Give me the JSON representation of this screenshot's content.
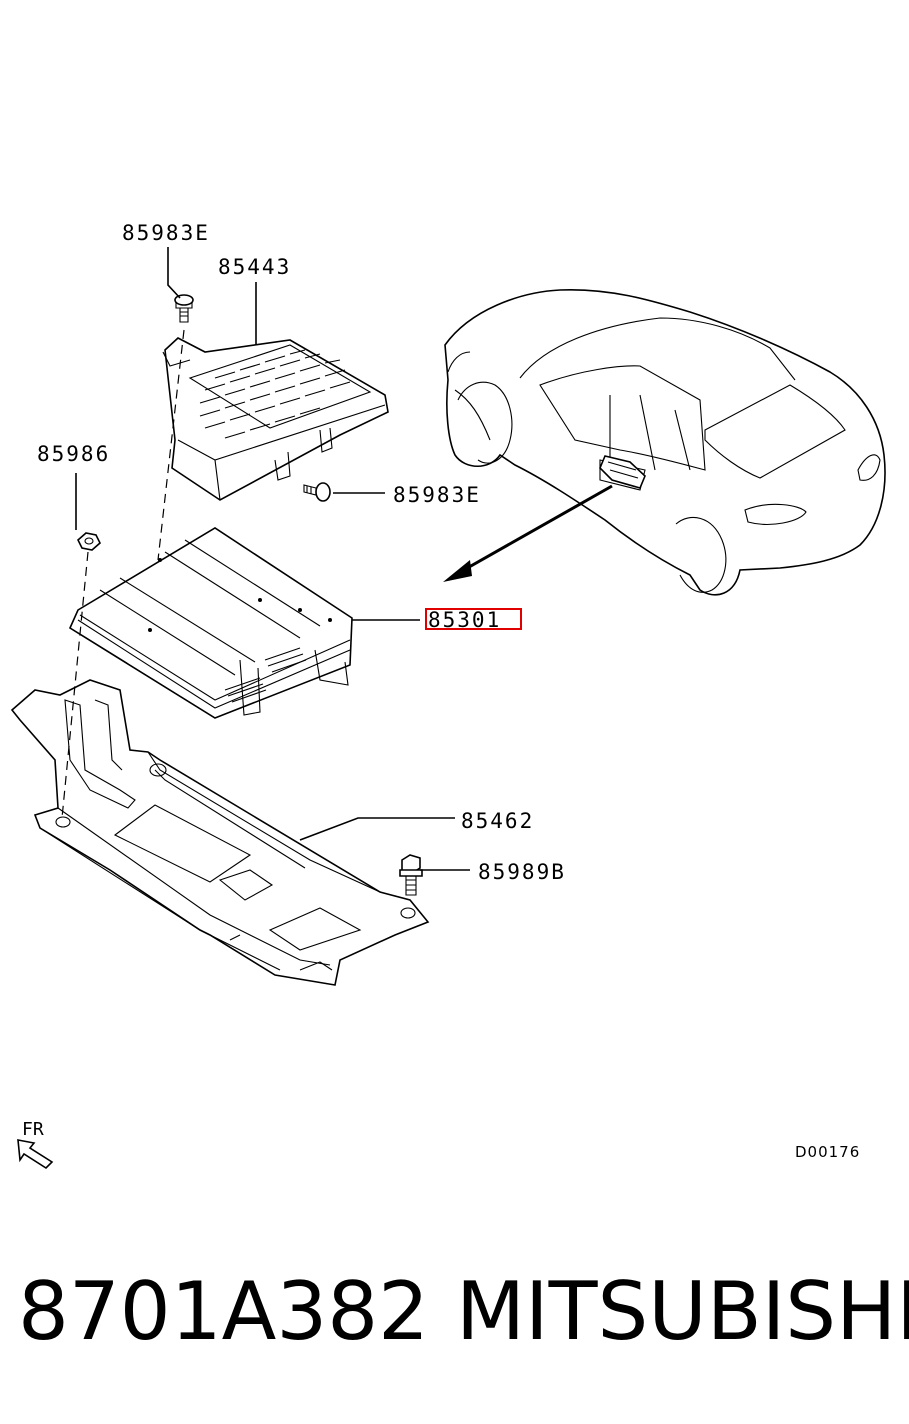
{
  "callouts": {
    "bolt_top": "85983E",
    "cover": "85443",
    "nut": "85986",
    "bolt_side": "85983E",
    "amplifier": "85301",
    "bracket": "85462",
    "bolt_bottom": "85989B"
  },
  "highlight_color": "#e00000",
  "orientation_label": "FR",
  "diagram_code": "D00176",
  "footer": {
    "part_number": "8701A382",
    "brand": "MITSUBISHI"
  }
}
